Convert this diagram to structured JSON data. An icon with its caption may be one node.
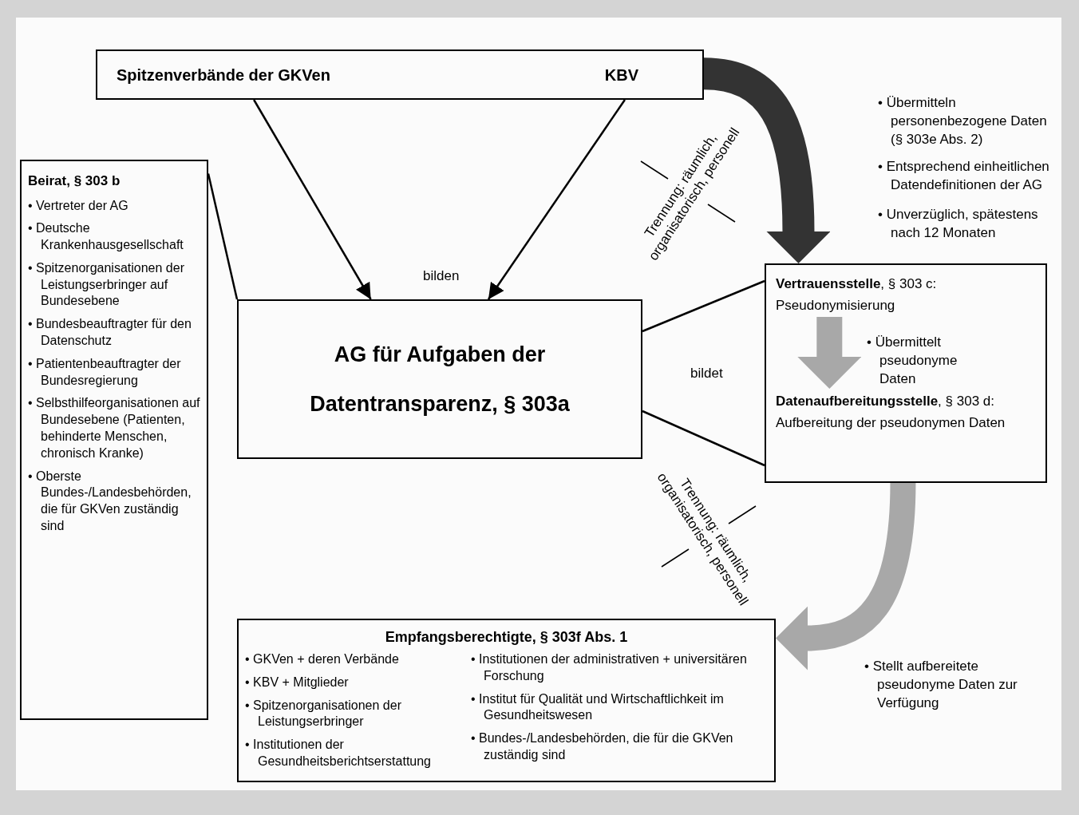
{
  "diagram": {
    "nodes": [
      {
        "text": [
          "Spitzenverbände der GKVen",
          "KBV"
        ]
      },
      {
        "text": [
          "Beirat, § 303 b",
          "• Vertreter der AG",
          "• Deutsche Krankenhausgesellschaft",
          "• Spitzenorganisationen der Leistungserbringer auf Bundesebene",
          "• Bundesbeauftragter für den Datenschutz",
          "• Patientenbeauftragter der Bundesregierung",
          "• Selbsthilfeorganisationen auf Bundesebene (Patienten, behinderte Menschen, chronisch Kranke)",
          "• Oberste Bundes-/Landesbehörden, die für GKVen zuständig sind"
        ]
      },
      {
        "text": [
          "AG für Aufgaben der Datentransparenz, § 303a"
        ]
      },
      {
        "text": [],
        "shape": "box"
      },
      {
        "text": [
          "**Vertrauensstelle**, § 303 c: Pseudonymisierung"
        ],
        "in": 3
      },
      {
        "text": [
          "**Datenaufbereitungsstelle**, § 303 d: Aufbereitung der pseudonymen Daten"
        ],
        "in": 3
      },
      {
        "text": [
          "Empfangsberechtigte, § 303f Abs. 1",
          "• GKVen + deren Verbände",
          "• KBV + Mitglieder",
          "• Spitzenorganisationen der Leistungserbringer",
          "• Institutionen der Gesundheitsberichtserstattung",
          "• Institutionen der administrativen + universitären Forschung",
          "• Institut für Qualität und Wirtschaftlichkeit im Gesundheitswesen",
          "• Bundes-/Landesbehörden, die für die GKVen zuständig sind"
        ]
      }
    ],
    "edges": [
      {
        "from": 0,
        "to": 2,
        "arrow": "to"
      },
      {
        "from": 0,
        "to": 2,
        "arrow": "to"
      },
      {
        "from": 1,
        "to": 2,
        "arrow": "none"
      },
      {
        "from": 2,
        "to": 3,
        "arrow": "none"
      },
      {
        "from": 2,
        "to": 3,
        "arrow": "none"
      },
      {
        "from": 0,
        "to": 3,
        "arrow": "to",
        "style": "thick",
        "color": "#333333"
      },
      {
        "from": 4,
        "to": 5,
        "arrow": "to",
        "style": "thick",
        "color": "#a8a8a8",
        "label": "• Übermittelt pseudonyme Daten"
      },
      {
        "from": 3,
        "to": 6,
        "arrow": "to",
        "style": "thick",
        "color": "#a8a8a8"
      }
    ],
    "labels": [
      "• Übermitteln personenbezogene Daten (§ 303e Abs. 2)",
      "• Entsprechend einheitlichen Datendefinitionen der AG",
      "• Unverzüglich, spätestens nach 12 Monaten",
      "Trennung: räumlich, organisatorisch, personell",
      "bilden",
      "bildet",
      "Trennung: räumlich, organisatorisch, personell",
      "• Stellt aufbereitete pseudonyme Daten zur Verfügung"
    ]
  }
}
